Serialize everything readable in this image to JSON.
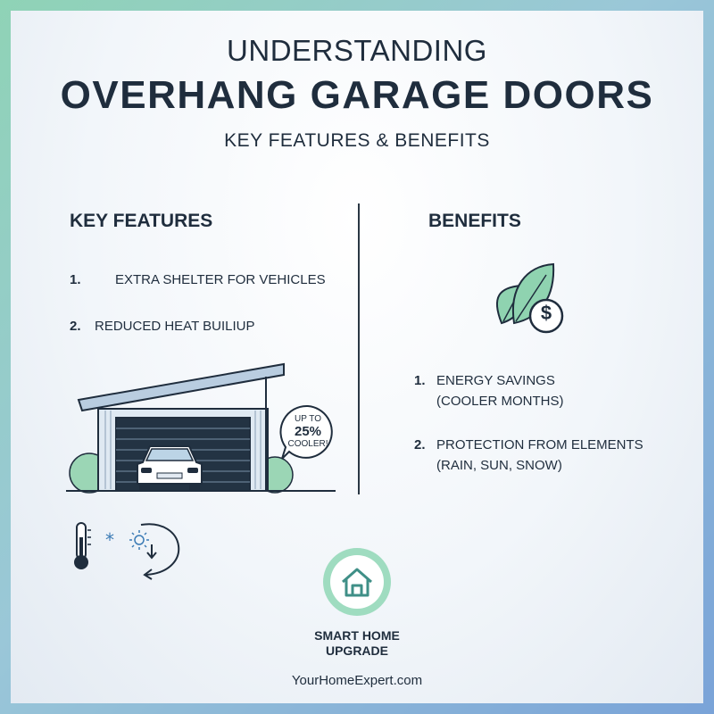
{
  "header": {
    "line1": "UNDERSTANDING",
    "line2": "OVERHANG GARAGE DOORS",
    "line3": "KEY FEATURES & BENEFITS"
  },
  "features": {
    "heading": "KEY FEATURES",
    "items": [
      {
        "num": "1.",
        "text": "EXTRA SHELTER FOR VEHICLES"
      },
      {
        "num": "2.",
        "text": "REDUCED HEAT BUILIUP"
      }
    ],
    "callout": [
      "UP TO",
      "25%",
      "COOLER!"
    ]
  },
  "benefits": {
    "heading": "BENEFITS",
    "items": [
      {
        "num": "1.",
        "line1": "ENERGY SAVINGS",
        "line2": "(COOLER MONTHS)"
      },
      {
        "num": "2.",
        "line1": "PROTECTION FROM ELEMENTS",
        "line2": "(RAIN, SUN, SNOW)"
      }
    ],
    "icon_symbol": "$"
  },
  "badge": {
    "line1": "SMART HOME",
    "line2": "UPGRADE"
  },
  "footer": "YourHomeExpert.com",
  "colors": {
    "text": "#1f2d3d",
    "leaf_green": "#8fd3b0",
    "bush_green": "#9bd6b5",
    "badge_teal": "#9fdcc0"
  }
}
